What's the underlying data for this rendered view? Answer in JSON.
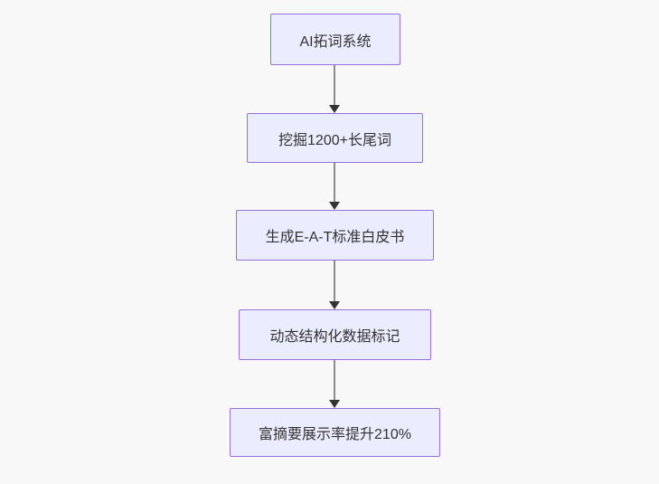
{
  "page": {
    "background_color": "#f8f8f8"
  },
  "flowchart": {
    "type": "flowchart-top-down",
    "style": {
      "node_fill": "#ECECFF",
      "node_border": "#9370DB",
      "node_text_color": "#333333",
      "edge_line_color": "#8c8c8c",
      "arrowhead_color": "#333333"
    },
    "nodes": [
      {
        "id": "n1",
        "label": "AI拓词系统"
      },
      {
        "id": "n2",
        "label": "挖掘1200+长尾词"
      },
      {
        "id": "n3",
        "label": "生成E-A-T标准白皮书"
      },
      {
        "id": "n4",
        "label": "动态结构化数据标记"
      },
      {
        "id": "n5",
        "label": "富摘要展示率提升210%"
      }
    ],
    "edges": [
      {
        "from": "n1",
        "to": "n2",
        "arrow": "down"
      },
      {
        "from": "n2",
        "to": "n3",
        "arrow": "down"
      },
      {
        "from": "n3",
        "to": "n4",
        "arrow": "down"
      },
      {
        "from": "n4",
        "to": "n5",
        "arrow": "down"
      }
    ]
  }
}
